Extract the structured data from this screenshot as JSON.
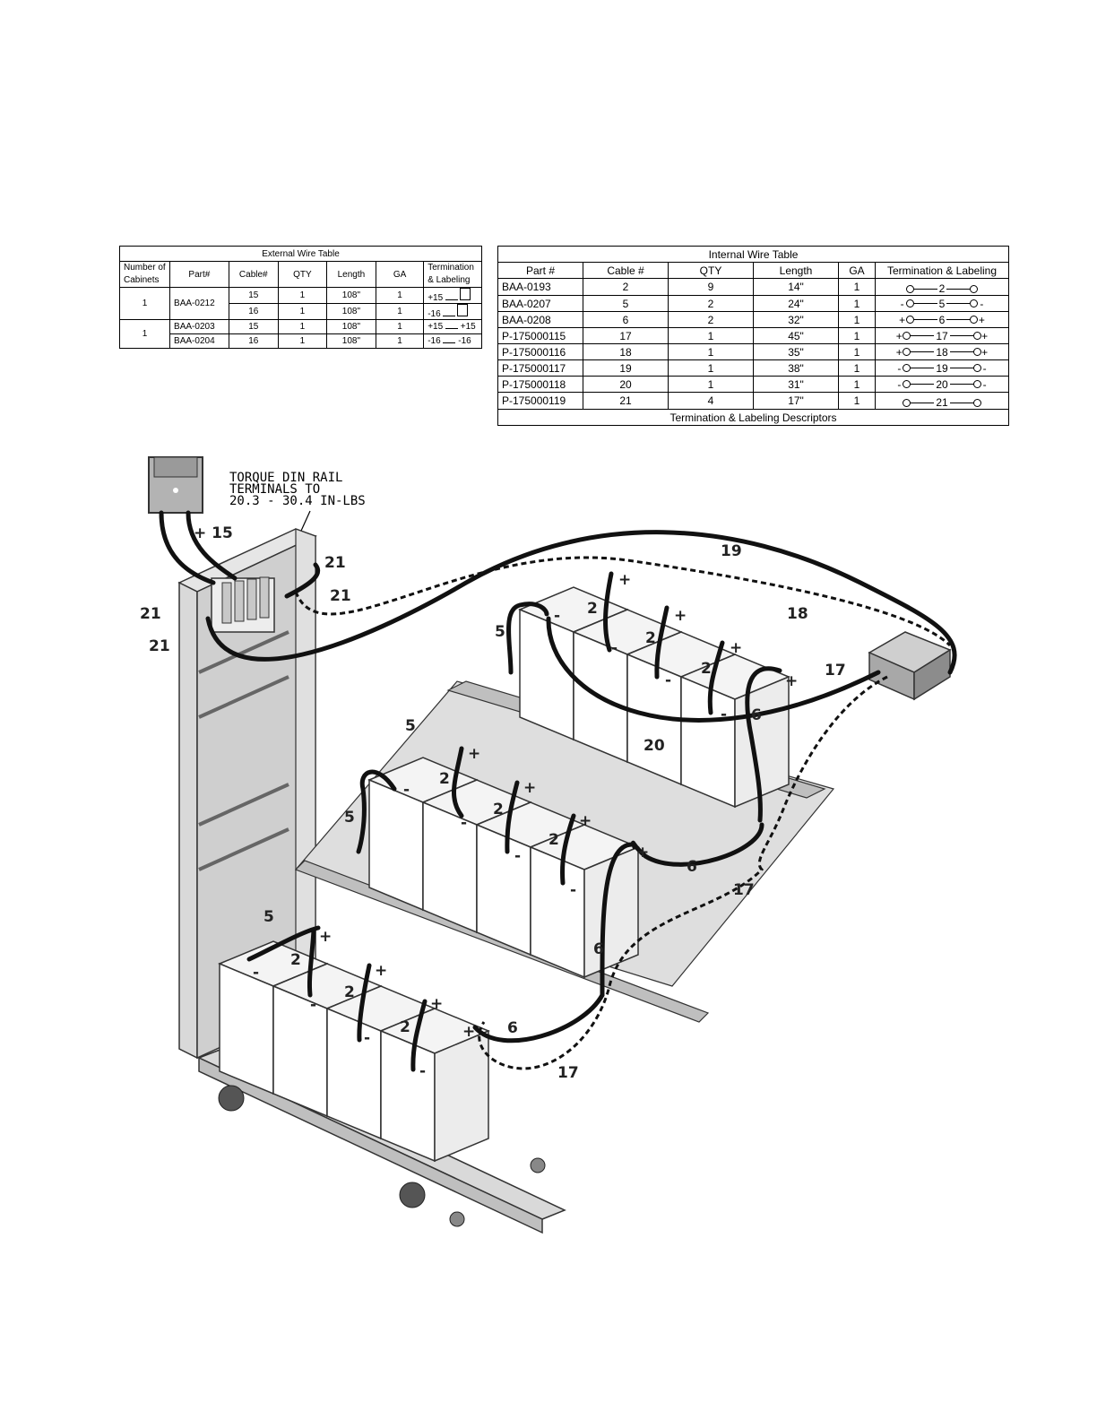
{
  "external_table": {
    "title": "External Wire Table",
    "headers": [
      "Number of Cabinets",
      "Part#",
      "Cable#",
      "QTY",
      "Length",
      "GA",
      "Termination & Labeling"
    ],
    "groups": [
      {
        "cabinets": "1",
        "part": "BAA-0212",
        "rows": [
          {
            "cable": "15",
            "qty": "1",
            "length": "108\"",
            "ga": "1",
            "term": "+15"
          },
          {
            "cable": "16",
            "qty": "1",
            "length": "108\"",
            "ga": "1",
            "term": "-16"
          }
        ]
      },
      {
        "cabinets": "1",
        "rows": [
          {
            "part": "BAA-0203",
            "cable": "15",
            "qty": "1",
            "length": "108\"",
            "ga": "1",
            "term_left": "+15",
            "term_right": "+15"
          },
          {
            "part": "BAA-0204",
            "cable": "16",
            "qty": "1",
            "length": "108\"",
            "ga": "1",
            "term_left": "-16",
            "term_right": "-16"
          }
        ]
      }
    ]
  },
  "internal_table": {
    "title": "Internal Wire Table",
    "headers": [
      "Part #",
      "Cable #",
      "QTY",
      "Length",
      "GA",
      "Termination & Labeling"
    ],
    "rows": [
      {
        "part": "BAA-0193",
        "cable": "2",
        "qty": "9",
        "length": "14\"",
        "ga": "1",
        "left": "",
        "mid": "2",
        "right": ""
      },
      {
        "part": "BAA-0207",
        "cable": "5",
        "qty": "2",
        "length": "24\"",
        "ga": "1",
        "left": "-",
        "mid": "5",
        "right": "-"
      },
      {
        "part": "BAA-0208",
        "cable": "6",
        "qty": "2",
        "length": "32\"",
        "ga": "1",
        "left": "+",
        "mid": "6",
        "right": "+"
      },
      {
        "part": "P-175000115",
        "cable": "17",
        "qty": "1",
        "length": "45\"",
        "ga": "1",
        "left": "+",
        "mid": "17",
        "right": "+"
      },
      {
        "part": "P-175000116",
        "cable": "18",
        "qty": "1",
        "length": "35\"",
        "ga": "1",
        "left": "+",
        "mid": "18",
        "right": "+"
      },
      {
        "part": "P-175000117",
        "cable": "19",
        "qty": "1",
        "length": "38\"",
        "ga": "1",
        "left": "-",
        "mid": "19",
        "right": "-"
      },
      {
        "part": "P-175000118",
        "cable": "20",
        "qty": "1",
        "length": "31\"",
        "ga": "1",
        "left": "-",
        "mid": "20",
        "right": "-"
      },
      {
        "part": "P-175000119",
        "cable": "21",
        "qty": "4",
        "length": "17\"",
        "ga": "1",
        "left": "",
        "mid": "21",
        "right": ""
      }
    ],
    "footer": "Termination & Labeling Descriptors"
  },
  "diagram": {
    "torque_note": [
      "TORQUE DIN RAIL",
      "TERMINALS TO",
      "20.3 - 30.4 IN-LBS"
    ],
    "labels": {
      "top_plus15": "+ 15",
      "c21": "21",
      "c19": "19",
      "c18": "18",
      "c17": "17",
      "c20": "20",
      "c5": "5",
      "c6": "6",
      "c2": "2",
      "plus": "+",
      "minus": "-"
    }
  }
}
